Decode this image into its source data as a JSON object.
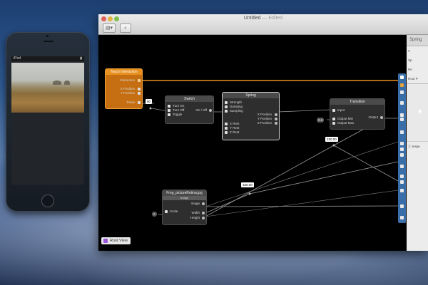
{
  "window": {
    "title": "Untitled",
    "title_suffix": " — Edited"
  },
  "phone": {
    "status_left": "iPod",
    "status_right": "▮"
  },
  "nodes": {
    "touch": {
      "title": "Touch Interaction",
      "rows": [
        "Interaction",
        "X Position",
        "Y Position",
        "Down"
      ]
    },
    "switch": {
      "title": "Switch",
      "rows": [
        "Turn On",
        "Turn Off",
        "Toggle"
      ],
      "output": "On / Off"
    },
    "spring": {
      "title": "Spring",
      "rows": [
        "Strength",
        "Damping",
        "Sampling",
        "X Rest",
        "Y Rest",
        "Z Rest"
      ],
      "outputs": [
        "X Position",
        "Y Position",
        "Z Position"
      ]
    },
    "transition": {
      "title": "Transition",
      "rows": [
        "Input",
        "Output Min",
        "Output Max"
      ],
      "output": "Output"
    },
    "image": {
      "title": "Frog_pictureRetina.jpg",
      "subtitle": "Image",
      "rows": [
        "Image",
        "Width",
        "Height"
      ],
      "scale_label": "Scale"
    }
  },
  "values": {
    "switch_in": "90",
    "transition_in": "0.5",
    "transition_out": "320.00",
    "image_width": "320.00",
    "image_scale": "2"
  },
  "root_view": {
    "label": "Root View",
    "color": "#9a57d9"
  },
  "inspector": {
    "header": "Spring",
    "lines": [
      "V",
      "Sp",
      "Re",
      "Root P"
    ],
    "footer": "Inspe"
  },
  "colors": {
    "accent": "#e7901f",
    "wire_highlight": "#e7901f",
    "pin_column": "#3a6ea8"
  }
}
